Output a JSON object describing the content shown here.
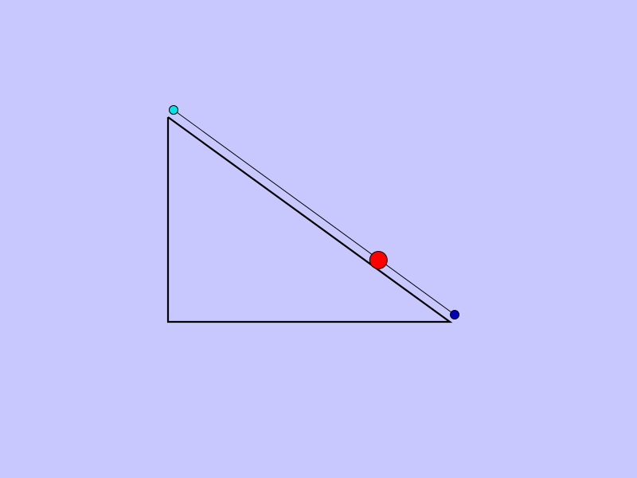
{
  "colors": {
    "background": "#c8c8ff",
    "triangle_stroke": "#000000",
    "incline_guide_stroke": "#000000",
    "top_handle_fill": "#00e5e5",
    "bottom_handle_fill": "#0000c0",
    "ball_fill": "#ff0000",
    "outline": "#000000"
  },
  "scene": {
    "shape": "right-triangle",
    "right_angle_corner": "bottom-left",
    "handles": [
      {
        "role": "incline-top",
        "color": "cyan"
      },
      {
        "role": "incline-bottom",
        "color": "blue"
      }
    ],
    "ball": {
      "color": "red",
      "position_along_incline": 0.73
    }
  }
}
